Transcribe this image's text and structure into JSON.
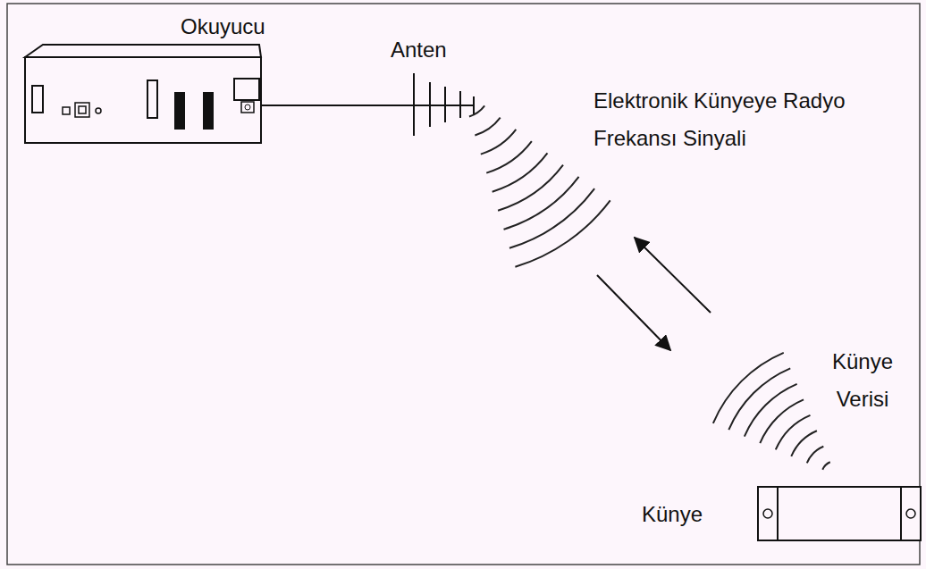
{
  "diagram": {
    "nodes": [
      {
        "text": [
          "Okuyucu"
        ]
      },
      {
        "text": [
          "Künye"
        ]
      }
    ],
    "labels": [
      "Anten",
      "Elektronik Künyeye Radyo Frekansı Sinyali",
      "Künye Verisi"
    ]
  }
}
